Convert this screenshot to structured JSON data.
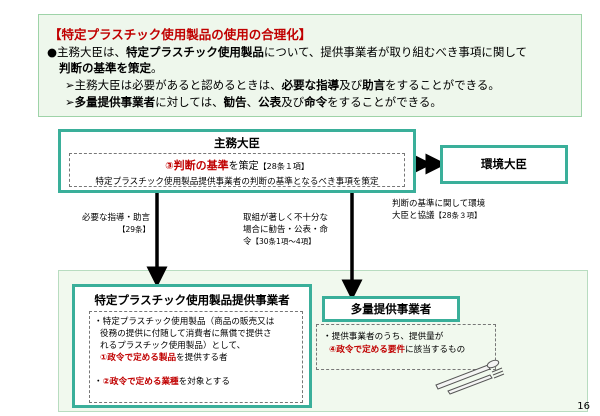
{
  "summary": {
    "title": "【特定プラスチック使用製品の使用の合理化】",
    "bullet": "●",
    "line1": {
      "a": "主務大臣は、",
      "b": "特定プラスチック使用製品",
      "c": "について、提供事業者が取り組むべき事項に関して"
    },
    "line2": {
      "a": "判断の基準を策定",
      "b": "。"
    },
    "sub_marker": "➢",
    "sub1": {
      "a": "主務大臣は必要があると認めるときは、",
      "b": "必要な指導",
      "c": "及び",
      "d": "助言",
      "e": "をすることができる。"
    },
    "sub2": {
      "a": "多量提供事業者",
      "b": "に対しては、",
      "c": "勧告",
      "d": "、",
      "e": "公表",
      "f": "及び",
      "g": "命令",
      "h": "をすることができる。"
    }
  },
  "minister": {
    "title": "主務大臣",
    "standard": {
      "num": "③",
      "strong": "判断の基準",
      "rest": "を策定",
      "ref": "【28条１項】"
    },
    "standard_desc": "特定プラスチック使用製品提供事業者の判断の基準となるべき事項を策定"
  },
  "env_minister": {
    "title": "環境大臣"
  },
  "env_note": {
    "line1": "判断の基準に関して環境",
    "line2": "大臣と協議",
    "ref": "【28条３項】"
  },
  "left_note": {
    "line1": "必要な指導・助言",
    "ref": "【29条】"
  },
  "mid_note": {
    "line1": "取組が著しく不十分な",
    "line2": "場合に勧告・公表・命",
    "line3": "令",
    "ref": "【30条1項～4項】"
  },
  "provider": {
    "title": "特定プラスチック使用製品提供事業者",
    "l1": "・特定プラスチック使用製品（商品の販売又は",
    "l2": "役務の提供に付随して消費者に無償で提供さ",
    "l3": "れるプラスチック使用製品）として、",
    "l4": {
      "num": "①",
      "strong": "政令で定める製品",
      "rest": "を提供する者"
    },
    "l5": {
      "prefix": "・",
      "num": "②",
      "strong": "政令で定める業種",
      "rest": "を対象とする"
    }
  },
  "bulk": {
    "title": "多量提供事業者",
    "l1": "・提供事業者のうち、提供量が",
    "l2": {
      "num": "④",
      "strong": "政令で定める要件",
      "rest": "に該当するもの"
    }
  },
  "page_number": "16",
  "colors": {
    "accent": "#3aaf9a",
    "emphasis": "#c00000",
    "panel": "#eef7ec"
  },
  "icons": [
    "cutlery-icon"
  ]
}
